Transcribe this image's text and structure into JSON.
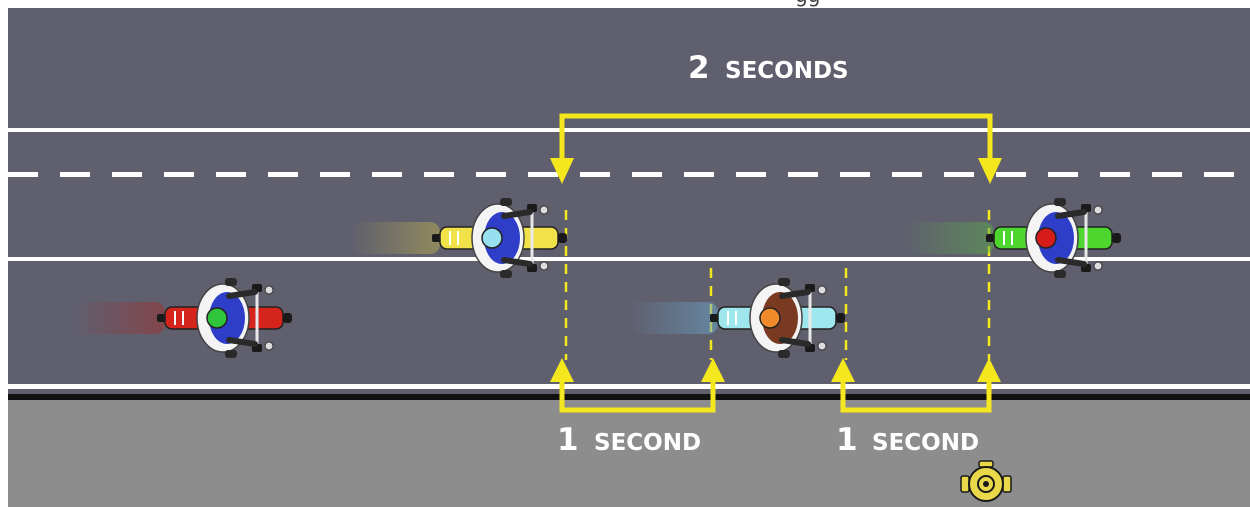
{
  "top_caption": "gg",
  "labels": {
    "total_gap": {
      "number": "2",
      "unit": "SECONDS"
    },
    "gap_left": {
      "number": "1",
      "unit": "SECOND"
    },
    "gap_right": {
      "number": "1",
      "unit": "SECOND"
    }
  },
  "colors": {
    "road": "#5f5f6e",
    "shoulder": "#8d8d8d",
    "lane_line": "#ffffff",
    "bracket": "#f5e71e",
    "rider_left": "#d4241c",
    "rider_lead_top": "#f1e24a",
    "rider_middle": "#9fe7ee",
    "rider_right": "#4cd62e"
  },
  "icons": [
    "motorcycle-icon",
    "hydrant-icon"
  ]
}
